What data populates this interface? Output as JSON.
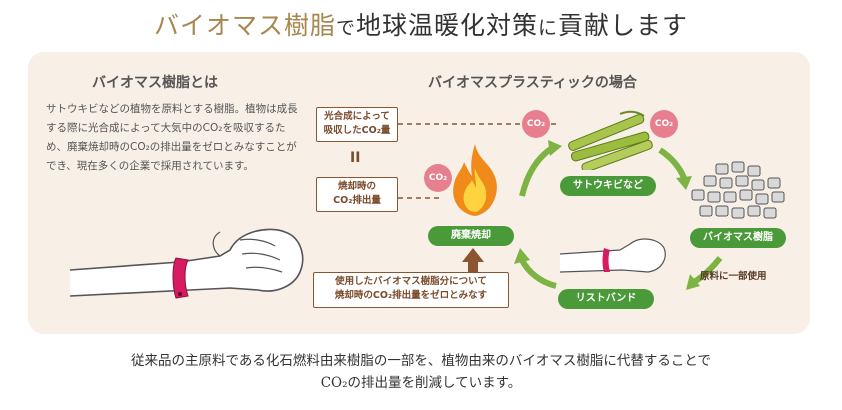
{
  "title": {
    "accent": "バイオマス樹脂",
    "part1": "で",
    "part2": "地球温暖化対策",
    "part3": "に",
    "part4": "貢献します"
  },
  "left": {
    "heading": "バイオマス樹脂とは",
    "body": "サトウキビなどの植物を原料とする樹脂。植物は成長する際に光合成によって大気中のCO₂を吸収するため、廃棄焼却時のCO₂の排出量をゼロとみなすことができ、現在多くの企業で採用されています。"
  },
  "right": {
    "heading": "バイオマスプラスティックの場合",
    "box_absorbed_l1": "光合成によって",
    "box_absorbed_l2": "吸収したCO₂量",
    "equals": "II",
    "box_emitted_l1": "焼却時の",
    "box_emitted_l2": "CO₂排出量",
    "box_note_l1": "使用したバイオマス樹脂分について",
    "box_note_l2": "焼却時のCO₂排出量をゼロとみなす",
    "co2_label": "CO₂",
    "nodes": {
      "sugarcane": "サトウキビなど",
      "resin": "バイオマス樹脂",
      "wristband": "リストバンド",
      "incineration": "廃棄焼却"
    },
    "raw_material_note": "原料に一部使用"
  },
  "bottom": {
    "line1": "従来品の主原料である化石燃料由来樹脂の一部を、植物由来のバイオマス樹脂に代替することで",
    "line2": "CO₂の排出量を削減しています。"
  },
  "colors": {
    "accent": "#a8864f",
    "panel": "#f8efe7",
    "green": "#4a9a3a",
    "arrow_green": "#7cb342",
    "brown": "#8a5530",
    "pink": "#e6808f",
    "band": "#d81b60"
  }
}
